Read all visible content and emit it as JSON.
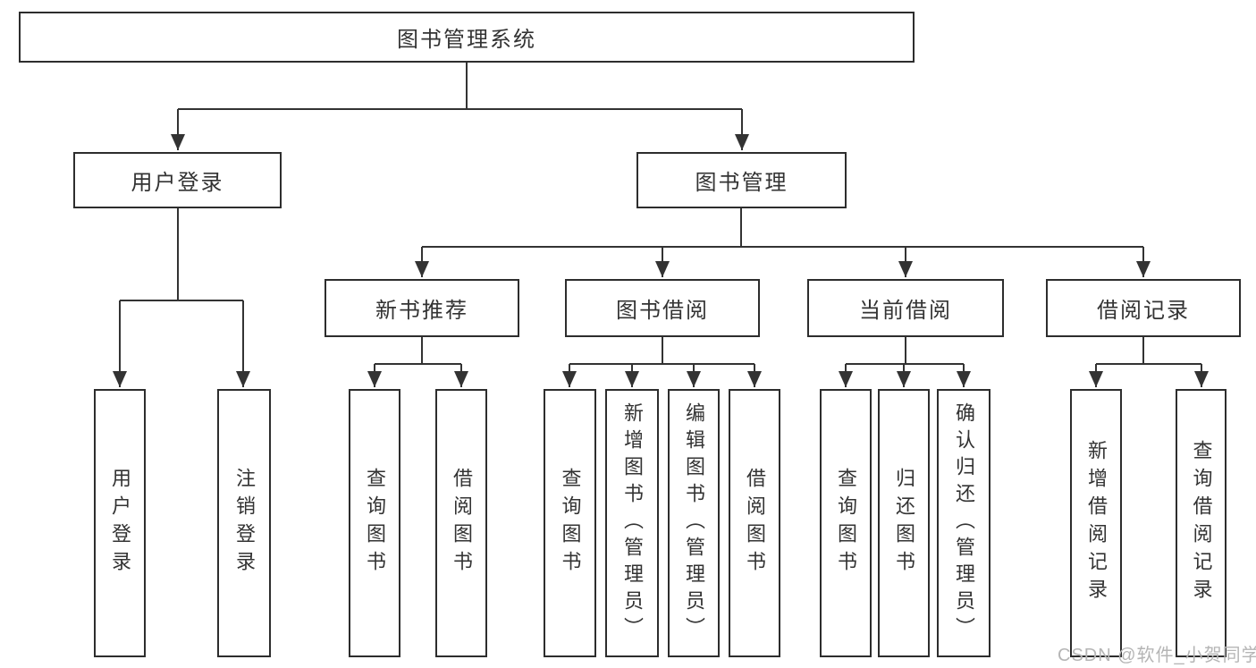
{
  "diagram_title": "图书管理系统",
  "watermark": "CSDN @软件_小贺同学",
  "colors": {
    "line": "#333333",
    "box_border": "#2d2d2d",
    "text": "#333333",
    "background": "#ffffff",
    "watermark": "#b5b5b5"
  },
  "nodes": {
    "root": "图书管理系统",
    "user_login": "用户登录",
    "book_management": "图书管理",
    "new_book_recommend": "新书推荐",
    "book_borrowing": "图书借阅",
    "current_borrowing": "当前借阅",
    "borrowing_records": "借阅记录",
    "leaf_user_login": "用户登录",
    "leaf_logout": "注销登录",
    "leaf_query_books_rec": "查询图书",
    "leaf_borrow_books_rec": "借阅图书",
    "leaf_query_books_borrow": "查询图书",
    "leaf_add_books_admin": "新增图书（管理员）",
    "leaf_edit_books_admin": "编辑图书（管理员）",
    "leaf_borrow_books_borrow": "借阅图书",
    "leaf_query_books_current": "查询图书",
    "leaf_return_books": "归还图书",
    "leaf_confirm_return_admin": "确认归还（管理员）",
    "leaf_add_borrow_record": "新增借阅记录",
    "leaf_query_borrow_record": "查询借阅记录"
  },
  "tree": {
    "图书管理系统": {
      "用户登录": [
        "用户登录",
        "注销登录"
      ],
      "图书管理": {
        "新书推荐": [
          "查询图书",
          "借阅图书"
        ],
        "图书借阅": [
          "查询图书",
          "新增图书（管理员）",
          "编辑图书（管理员）",
          "借阅图书"
        ],
        "当前借阅": [
          "查询图书",
          "归还图书",
          "确认归还（管理员）"
        ],
        "借阅记录": [
          "新增借阅记录",
          "查询借阅记录"
        ]
      }
    }
  }
}
